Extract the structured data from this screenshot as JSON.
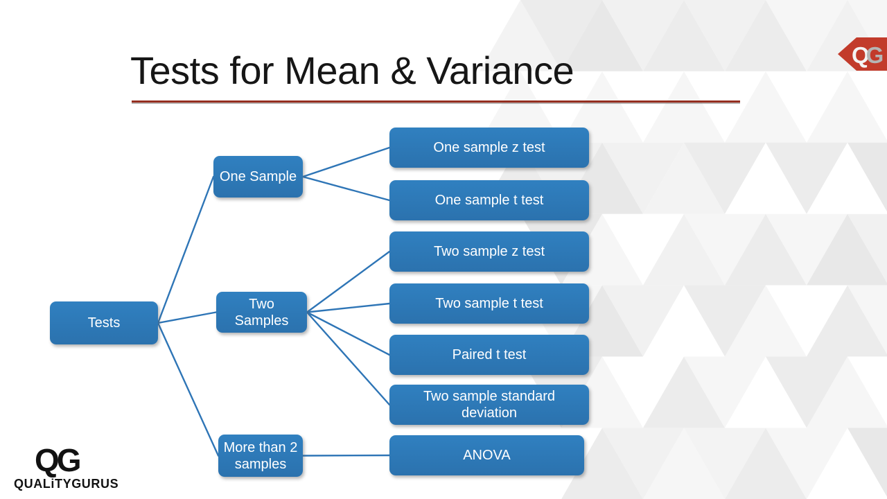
{
  "title": "Tests for Mean & Variance",
  "tree": {
    "root": {
      "label": "Tests"
    },
    "branches": [
      {
        "label": "One Sample",
        "children": [
          "One sample z test",
          "One sample t test"
        ]
      },
      {
        "label": "Two\nSamples",
        "children": [
          "Two sample z test",
          "Two sample t test",
          "Paired t test",
          "Two sample standard\ndeviation"
        ]
      },
      {
        "label": "More than 2\nsamples",
        "children": [
          "ANOVA"
        ]
      }
    ]
  },
  "branding": {
    "corner_logo": {
      "letter_q": "Q",
      "letter_g": "G"
    },
    "footer_logo": {
      "text": "QG",
      "name": "QUALiTYGURUS"
    }
  },
  "colors": {
    "node_fill_top": "#3080c0",
    "node_fill_bottom": "#2b72ae",
    "connector": "#2e75b6",
    "title_underline": "#952e20",
    "title_text": "#161616",
    "logo_red": "#c23b2b"
  }
}
